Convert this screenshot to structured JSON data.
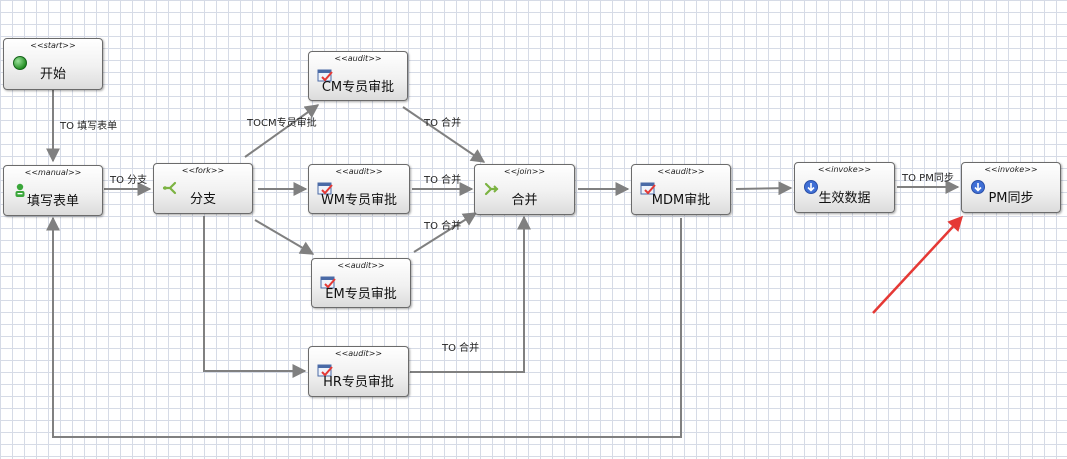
{
  "nodes": {
    "start": {
      "stereotype": "<<start>>",
      "label": "开始"
    },
    "fill_form": {
      "stereotype": "<<manual>>",
      "label": "填写表单"
    },
    "fork": {
      "stereotype": "<<fork>>",
      "label": "分支"
    },
    "cm_audit": {
      "stereotype": "<<audit>>",
      "label": "CM专员审批"
    },
    "wm_audit": {
      "stereotype": "<<audit>>",
      "label": "WM专员审批"
    },
    "em_audit": {
      "stereotype": "<<audit>>",
      "label": "EM专员审批"
    },
    "hr_audit": {
      "stereotype": "<<audit>>",
      "label": "HR专员审批"
    },
    "join": {
      "stereotype": "<<join>>",
      "label": "合并"
    },
    "mdm_audit": {
      "stereotype": "<<audit>>",
      "label": "MDM审批"
    },
    "effective_data": {
      "stereotype": "<<invoke>>",
      "label": "生效数据"
    },
    "pm_sync": {
      "stereotype": "<<invoke>>",
      "label": "PM同步"
    }
  },
  "edges": {
    "to_fill_form": "TO 填写表单",
    "to_fork": "TO 分支",
    "to_cm": "TOCM专员审批",
    "cm_to_join": "TO 合并",
    "wm_to_join": "TO 合并",
    "em_to_join": "TO 合并",
    "hr_to_join": "TO 合并",
    "to_pm": "TO PM同步"
  },
  "colors": {
    "edge": "#808080",
    "annotation_arrow": "#e53935",
    "start_dot": "#1e8a1e",
    "manual_icon": "#3aa63a",
    "fork_icon": "#7cb342",
    "audit_check": "#e53935",
    "invoke_icon": "#3f6fd6"
  }
}
